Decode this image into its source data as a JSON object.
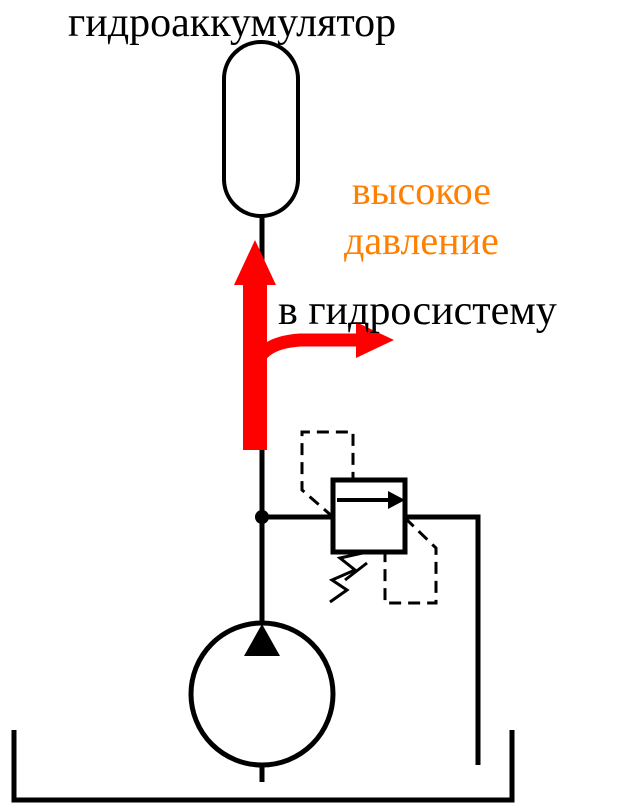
{
  "labels": {
    "accumulator": "гидроаккумулятор",
    "high_pressure_line1": "высокое",
    "high_pressure_line2": "давление",
    "to_system": "в гидросистему"
  },
  "colors": {
    "line": "#000000",
    "flow_arrow": "#ff0000",
    "high_pressure_text": "#ff7f00"
  },
  "icons": {
    "accumulator": "accumulator-symbol",
    "pump": "pump-symbol",
    "relief_valve": "pressure-relief-valve-symbol",
    "tank": "tank-symbol",
    "flow_arrow": "flow-arrow"
  }
}
